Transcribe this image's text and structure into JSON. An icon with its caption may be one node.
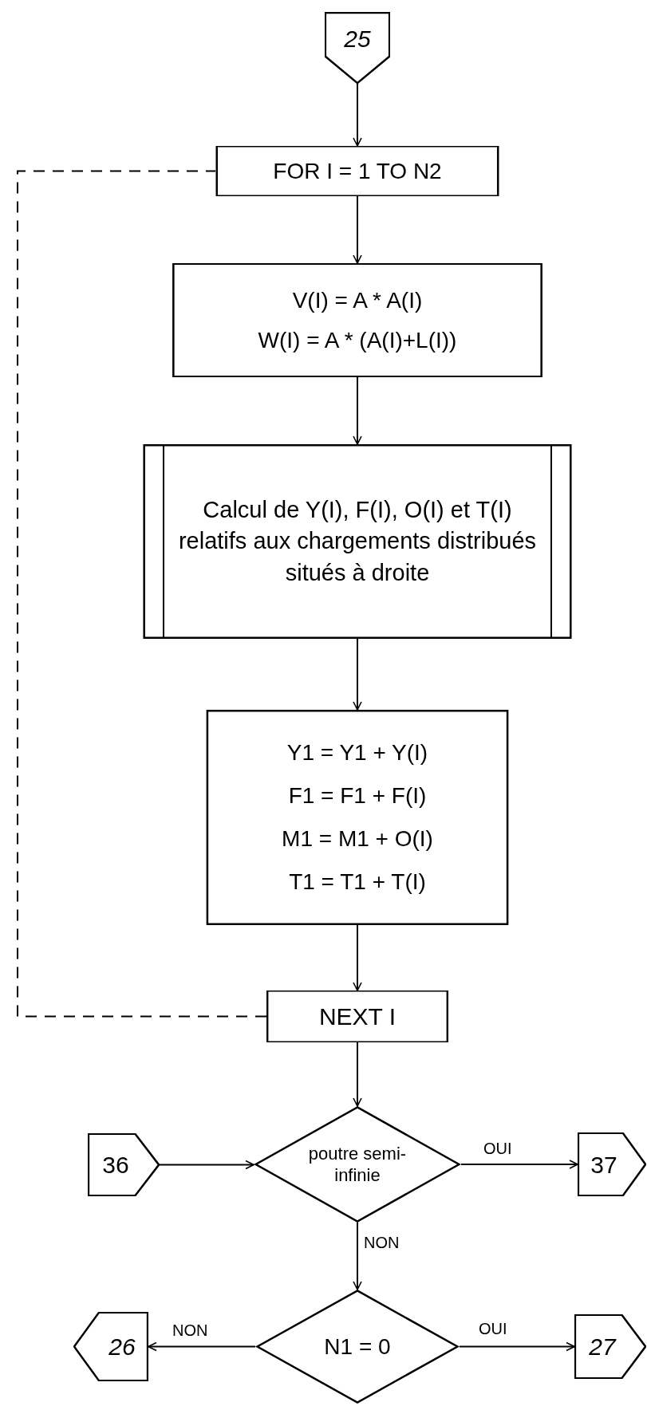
{
  "diagram": {
    "nodes": [
      {
        "text": [
          "25"
        ]
      },
      {
        "text": [
          "FOR I = 1 TO N2"
        ]
      },
      {
        "text": [
          "V(I) = A * A(I)",
          "W(I) = A * (A(I)+L(I))"
        ]
      },
      {
        "text": [
          "Calcul de Y(I), F(I), O(I) et T(I) relatifs aux chargements distribués situés à droite"
        ]
      },
      {
        "text": [
          "Y1 = Y1 + Y(I)",
          "F1 = F1 + F(I)",
          "M1 = M1 + O(I)",
          "T1 = T1 + T(I)"
        ]
      },
      {
        "text": [
          "NEXT I"
        ]
      },
      {
        "text": [
          "poutre semi-infinie"
        ]
      },
      {
        "text": [
          "36"
        ]
      },
      {
        "text": [
          "37"
        ]
      },
      {
        "text": [
          "N1 = 0"
        ]
      },
      {
        "text": [
          "26"
        ]
      },
      {
        "text": [
          "27"
        ]
      }
    ],
    "edges": [
      {
        "from": 0,
        "to": 1,
        "arrow": "to"
      },
      {
        "from": 1,
        "to": 2,
        "arrow": "to"
      },
      {
        "from": 2,
        "to": 3,
        "arrow": "to"
      },
      {
        "from": 3,
        "to": 4,
        "arrow": "to"
      },
      {
        "from": 4,
        "to": 5,
        "arrow": "to"
      },
      {
        "from": 5,
        "to": 1,
        "arrow": "none",
        "style": "dashed"
      },
      {
        "from": 5,
        "to": 6,
        "arrow": "to"
      },
      {
        "from": 7,
        "to": 6,
        "arrow": "to"
      },
      {
        "from": 6,
        "to": 8,
        "arrow": "to",
        "label": "OUI"
      },
      {
        "from": 6,
        "to": 9,
        "arrow": "to",
        "label": "NON"
      },
      {
        "from": 9,
        "to": 10,
        "arrow": "to",
        "label": "NON"
      },
      {
        "from": 9,
        "to": 11,
        "arrow": "to",
        "label": "OUI"
      }
    ]
  }
}
